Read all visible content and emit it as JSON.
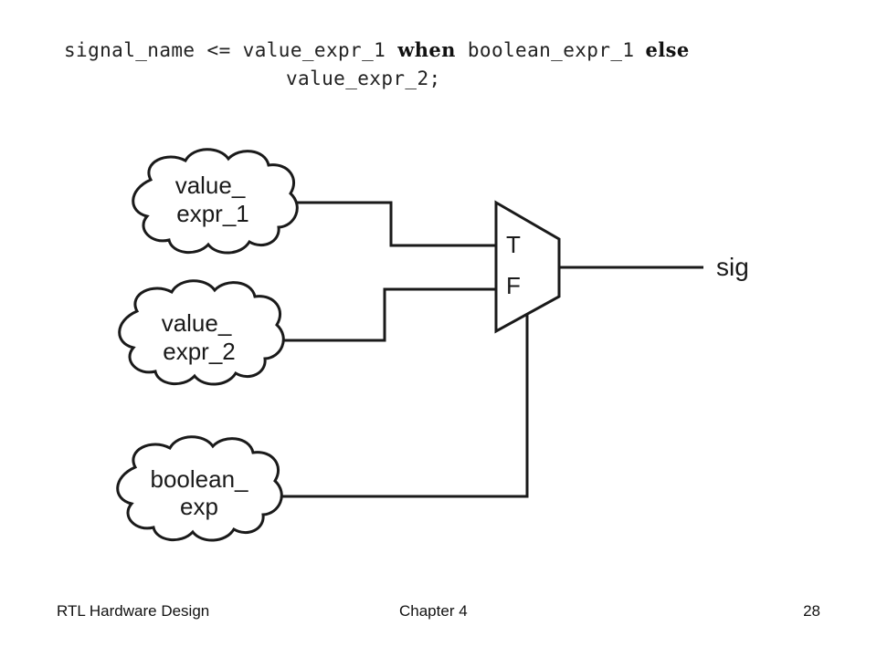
{
  "code": {
    "line1": {
      "signal": "signal_name",
      "assign": "<=",
      "value1": "value_expr_1",
      "when_kw": "when",
      "cond": "boolean_expr_1",
      "else_kw": "else"
    },
    "line2": "value_expr_2;"
  },
  "diagram": {
    "cloud_value1": {
      "line1": "value_",
      "line2": "expr_1"
    },
    "cloud_value2": {
      "line1": "value_",
      "line2": "expr_2"
    },
    "cloud_bool": {
      "line1": "boolean_",
      "line2": "exp"
    },
    "mux": {
      "true_label": "T",
      "false_label": "F"
    },
    "output_label": "sig"
  },
  "footer": {
    "left": "RTL Hardware Design",
    "center": "Chapter 4",
    "right": "28"
  }
}
